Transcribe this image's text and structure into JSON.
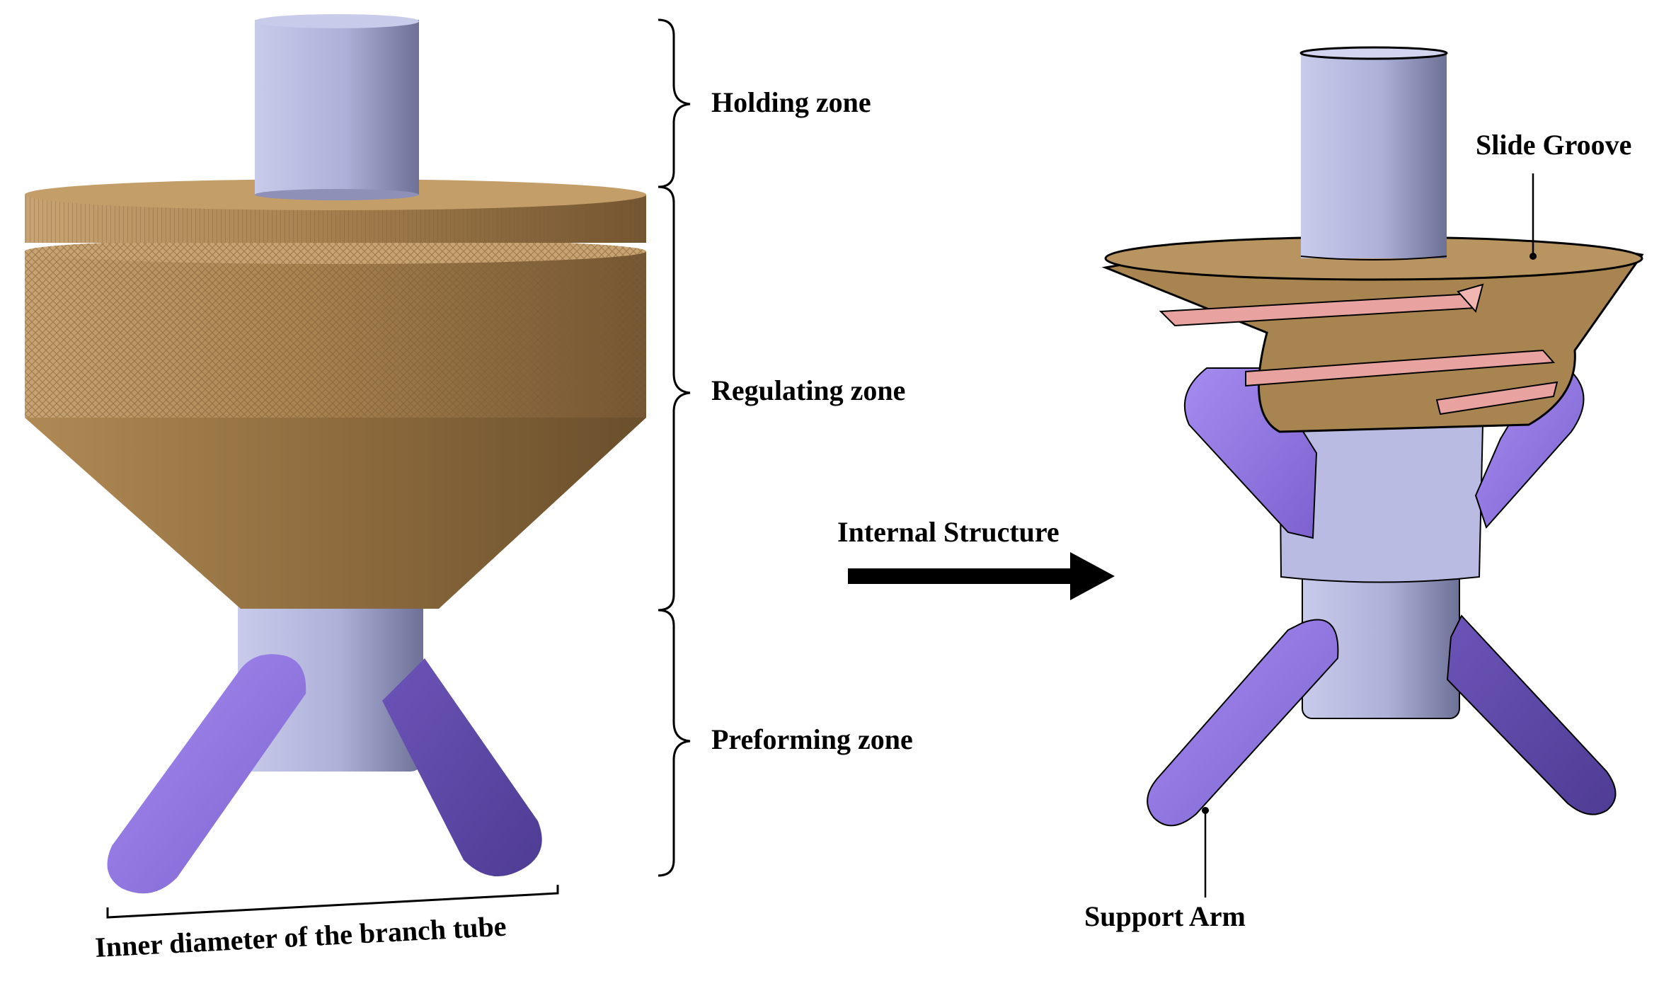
{
  "zones": {
    "holding": "Holding zone",
    "regulating": "Regulating zone",
    "preforming": "Preforming zone"
  },
  "arrow_label": "Internal Structure",
  "dimension_label": "Inner diameter of the branch tube",
  "callouts": {
    "slide_groove": "Slide Groove",
    "support_arm": "Support Arm"
  },
  "colors": {
    "tube": "#b8badf",
    "bronze": "#b08a55",
    "arm": "#9a80e6",
    "groove": "#e8a3a0"
  }
}
